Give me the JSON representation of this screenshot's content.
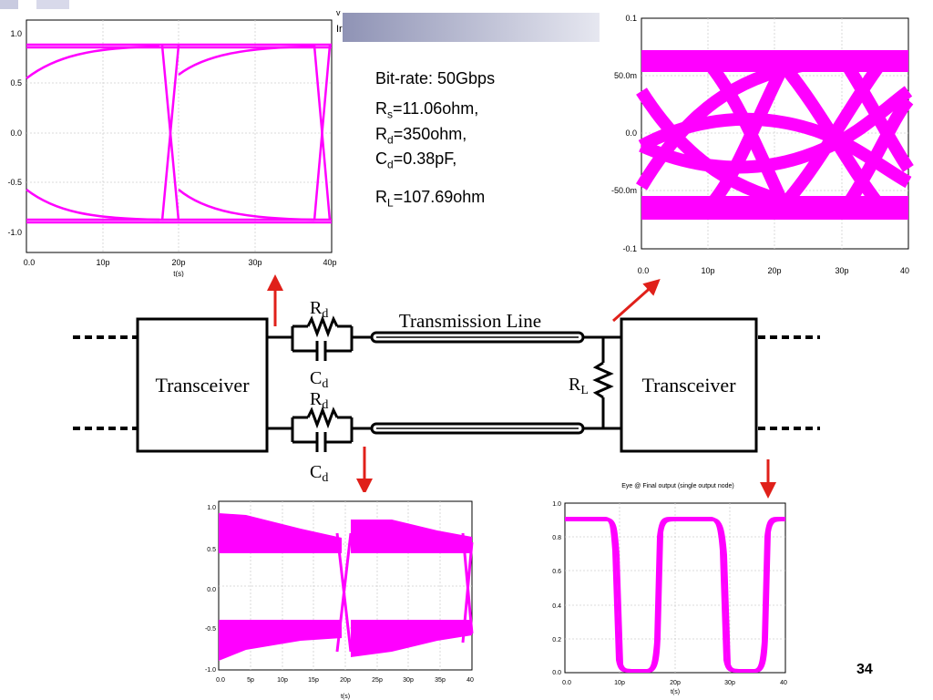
{
  "colors": {
    "trace": "#ff00ff",
    "arrow": "#e0201a",
    "grid": "#cfcfcf",
    "frame": "#000000",
    "banner_dark": "#8f93b5"
  },
  "header": {
    "fragment_v": "v",
    "fragment_ir": "Ir"
  },
  "parameters": {
    "bitrate": "Bit-rate: 50Gbps",
    "rs": {
      "sym": "R",
      "sub": "s",
      "val": "=11.06ohm,"
    },
    "rd": {
      "sym": "R",
      "sub": "d",
      "val": "=350ohm,"
    },
    "cd": {
      "sym": "C",
      "sub": "d",
      "val": "=0.38pF,"
    },
    "rl": {
      "sym": "R",
      "sub": "L",
      "val": "=107.69ohm"
    }
  },
  "circuit": {
    "left_block": "Transceiver",
    "right_block": "Transceiver",
    "line_label": "Transmission Line",
    "rd_top": {
      "sym": "R",
      "sub": "d"
    },
    "cd_top": {
      "sym": "C",
      "sub": "d"
    },
    "rd_bottom": {
      "sym": "R",
      "sub": "d"
    },
    "cd_bottom": {
      "sym": "C",
      "sub": "d"
    },
    "rl": {
      "sym": "R",
      "sub": "L"
    }
  },
  "charts": {
    "top_left": {
      "type": "eye",
      "x_ticks": [
        "0.0",
        "10p",
        "20p",
        "30p",
        "40p"
      ],
      "y_ticks": [
        "1.0",
        "0.5",
        "0.0",
        "-0.5",
        "-1.0"
      ],
      "x_label": "t(s)",
      "xlim": [
        0,
        40
      ],
      "ylim": [
        -1.1,
        1.05
      ]
    },
    "top_right": {
      "type": "eye",
      "x_ticks": [
        "0.0",
        "10p",
        "20p",
        "30p",
        "40"
      ],
      "y_ticks": [
        "0.1",
        "50.0m",
        "0.0",
        "-50.0m",
        "-0.1"
      ],
      "xlim": [
        0,
        40
      ],
      "ylim": [
        -0.1,
        0.1
      ]
    },
    "bottom_left": {
      "type": "eye",
      "x_ticks": [
        "0.0",
        "5p",
        "10p",
        "15p",
        "20p",
        "25p",
        "30p",
        "35p",
        "40"
      ],
      "y_ticks": [
        "1.0",
        "0.5",
        "0.0",
        "-0.5",
        "-1.0"
      ],
      "x_label": "t(s)",
      "xlim": [
        0,
        40
      ],
      "ylim": [
        -1.05,
        1.05
      ]
    },
    "bottom_right": {
      "type": "eye",
      "title": "Eye @ Final output (single output node)",
      "x_ticks": [
        "0.0",
        "10p",
        "20p",
        "30p",
        "40"
      ],
      "y_ticks": [
        "1.0",
        "0.8",
        "0.6",
        "0.4",
        "0.2",
        "0.0"
      ],
      "x_label": "t(s)",
      "xlim": [
        0,
        40
      ],
      "ylim": [
        0,
        1.0
      ]
    }
  },
  "slide": {
    "page_number": "34"
  }
}
